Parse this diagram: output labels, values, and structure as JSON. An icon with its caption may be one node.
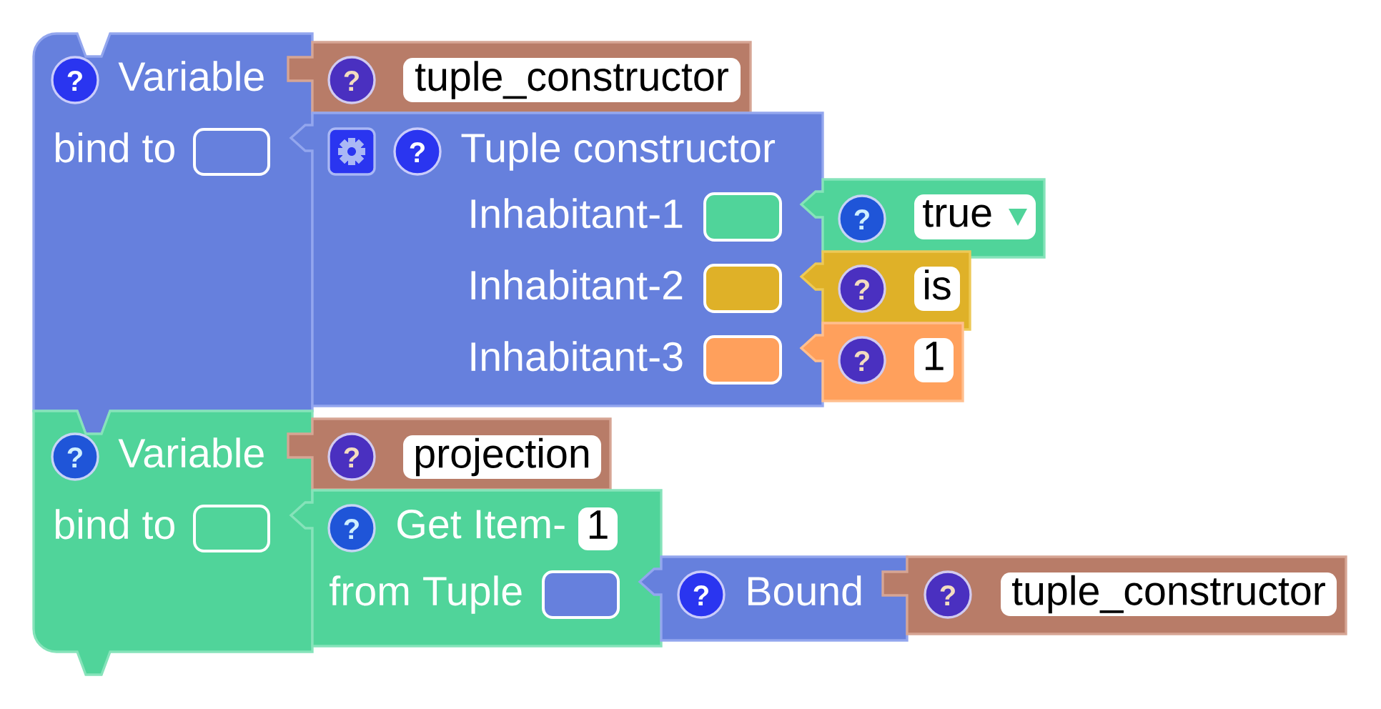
{
  "diagram": {
    "nodes": [
      {
        "text": [
          "?",
          "Variable",
          "bind to"
        ]
      },
      {
        "text": [
          "?",
          "tuple_constructor"
        ]
      },
      {
        "text": [
          "?",
          "Tuple constructor",
          "Inhabitant-1",
          "Inhabitant-2",
          "Inhabitant-3"
        ]
      },
      {
        "text": [
          "?",
          "true"
        ]
      },
      {
        "text": [
          "?",
          "is"
        ]
      },
      {
        "text": [
          "?",
          "1"
        ]
      },
      {
        "text": [
          "?",
          "Variable",
          "bind to"
        ]
      },
      {
        "text": [
          "?",
          "projection"
        ]
      },
      {
        "text": [
          "?",
          "Get Item-",
          "1",
          "from Tuple"
        ]
      },
      {
        "text": [
          "?",
          "Bound"
        ]
      },
      {
        "text": [
          "?",
          "tuple_constructor"
        ]
      }
    ]
  }
}
